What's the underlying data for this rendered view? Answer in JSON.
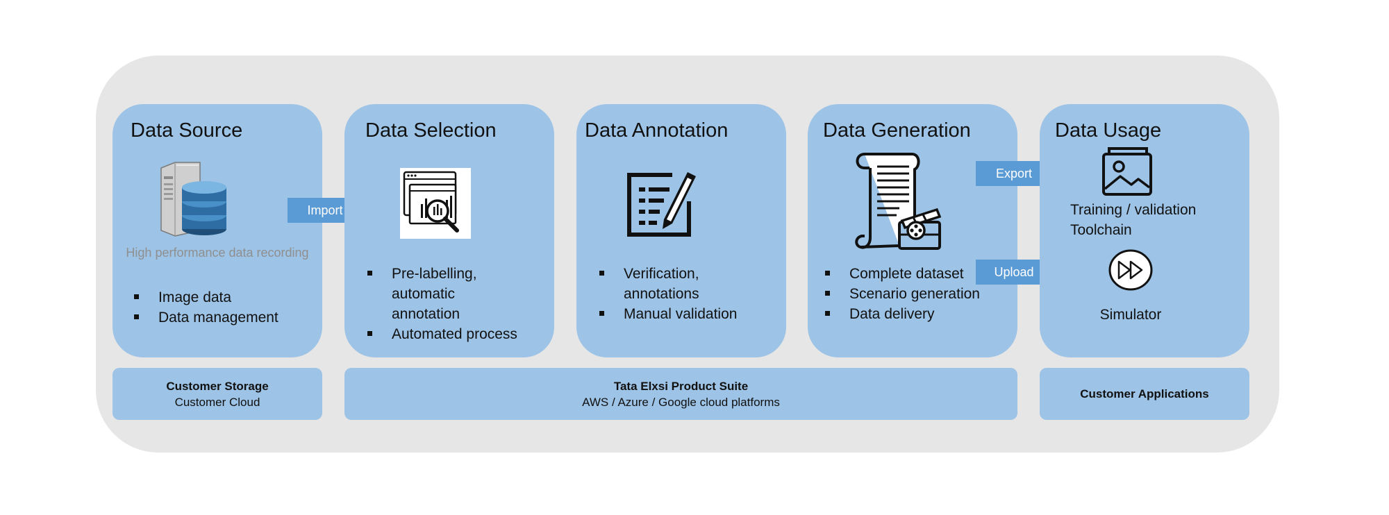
{
  "stages": {
    "source": {
      "title": "Data Source",
      "icon_caption": "High performance data recording",
      "bullets": [
        "Image data",
        "Data management"
      ]
    },
    "selection": {
      "title": "Data Selection",
      "bullet1_line1": "Pre-labelling,",
      "bullet1_line2": "automatic",
      "bullet1_line3": "annotation",
      "bullet2": "Automated process"
    },
    "annotation": {
      "title": "Data Annotation",
      "bullet1_line1": "Verification,",
      "bullet1_line2": "annotations",
      "bullet2": "Manual validation"
    },
    "generation": {
      "title": "Data Generation",
      "bullets": [
        "Complete dataset",
        "Scenario generation",
        "Data delivery"
      ]
    },
    "usage": {
      "title": "Data Usage",
      "caption_line1": "Training / validation",
      "caption_line2": "Toolchain",
      "simulator_label": "Simulator"
    }
  },
  "arrows": {
    "import": "Import",
    "export": "Export",
    "upload": "Upload"
  },
  "bars": {
    "customer_storage": {
      "title": "Customer Storage",
      "subtitle": "Customer Cloud"
    },
    "product_suite": {
      "title": "Tata Elxsi Product Suite",
      "subtitle": "AWS / Azure / Google cloud platforms"
    },
    "customer_apps": {
      "title": "Customer Applications"
    }
  },
  "icons": {
    "source": "server-database-icon",
    "selection": "data-analysis-icon",
    "annotation": "document-edit-icon",
    "generation": "script-scroll-icon",
    "training": "image-gallery-icon",
    "simulator": "fast-forward-icon"
  },
  "colors": {
    "outer_panel": "#e6e6e6",
    "stage_fill": "#9dc3e6",
    "arrow_fill": "#5b9bd5"
  }
}
